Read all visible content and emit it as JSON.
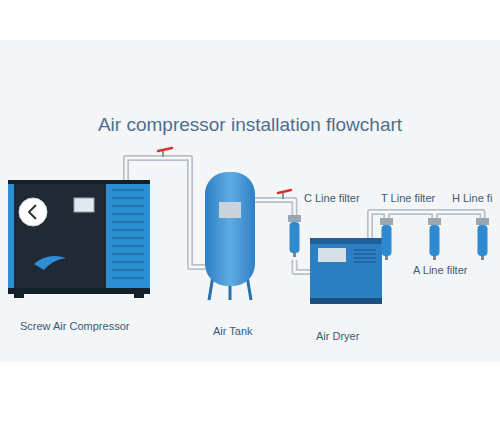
{
  "diagram": {
    "title": "Air compressor installation flowchart",
    "nodes": [
      {
        "text": [
          "Screw Air Compressor"
        ]
      },
      {
        "text": [
          "Air Tank"
        ]
      },
      {
        "text": [
          "C Line filter"
        ]
      },
      {
        "text": [
          "Air Dryer"
        ]
      },
      {
        "text": [
          "T Line filter"
        ]
      },
      {
        "text": [
          "A Line filter"
        ]
      },
      {
        "text": [
          "H Line fi"
        ]
      }
    ],
    "edges": [
      {
        "from": 0,
        "to": 1,
        "arrow": "none"
      },
      {
        "from": 1,
        "to": 2,
        "arrow": "none"
      },
      {
        "from": 2,
        "to": 3,
        "arrow": "none"
      },
      {
        "from": 3,
        "to": 4,
        "arrow": "none"
      },
      {
        "from": 4,
        "to": 5,
        "arrow": "none"
      },
      {
        "from": 5,
        "to": 6,
        "arrow": "none"
      }
    ]
  }
}
